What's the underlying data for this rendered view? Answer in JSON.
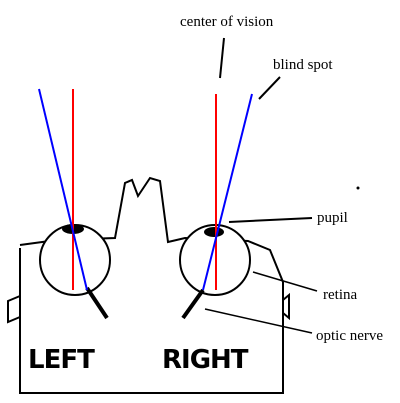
{
  "labels": {
    "center_of_vision": "center of vision",
    "blind_spot": "blind spot",
    "pupil": "pupil",
    "retina": "retina",
    "optic_nerve": "optic nerve",
    "left": "LEFT",
    "right": "RIGHT"
  },
  "colors": {
    "center_line": "#ff0000",
    "blind_spot_line": "#0000ff",
    "outline": "#000000"
  }
}
